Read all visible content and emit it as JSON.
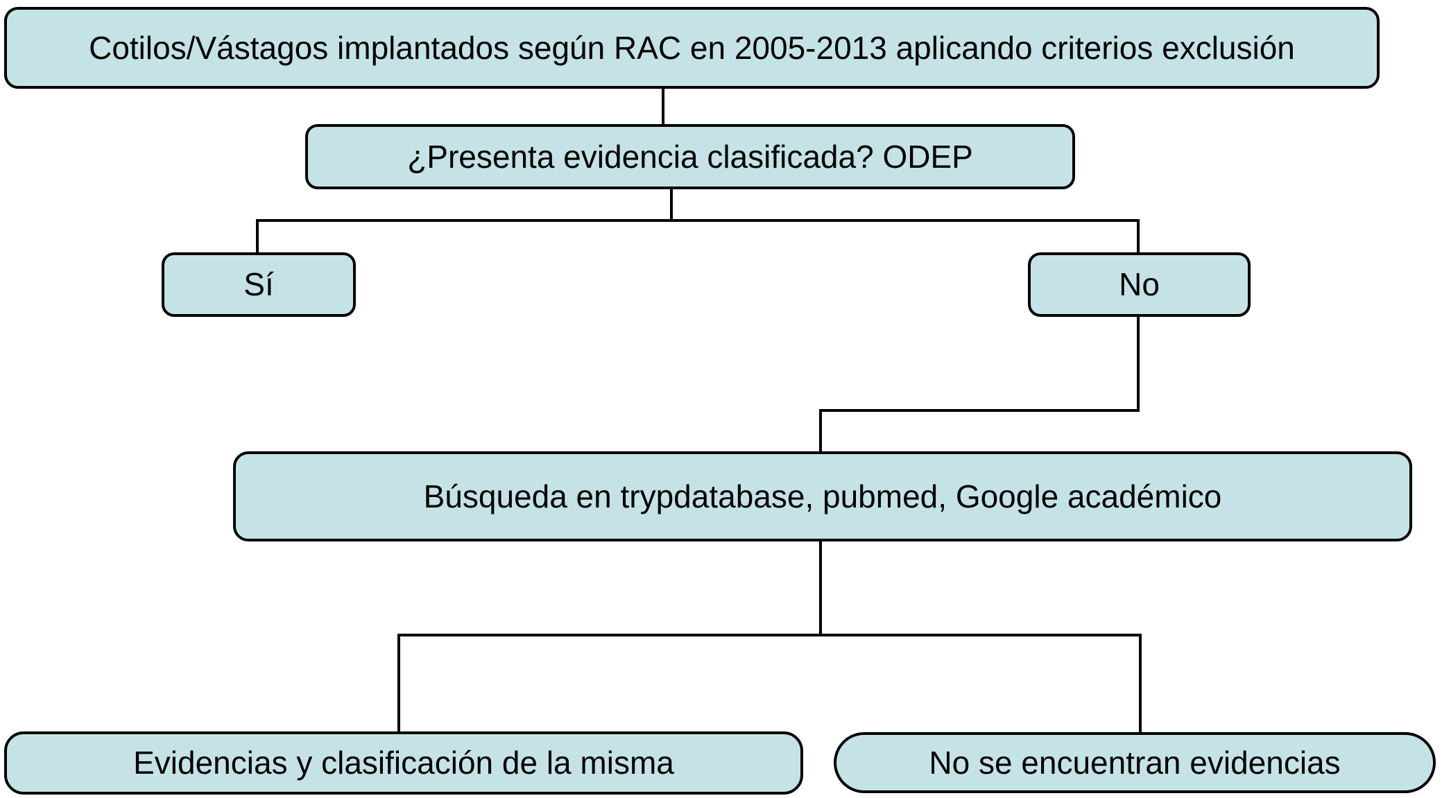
{
  "diagram": {
    "type": "flowchart",
    "title": "",
    "nodes": {
      "start": {
        "label": "Cotilos/Vástagos implantados según RAC en 2005-2013 aplicando criterios exclusión"
      },
      "question": {
        "label": "¿Presenta evidencia clasificada? ODEP"
      },
      "yes": {
        "label": "Sí"
      },
      "no": {
        "label": "No"
      },
      "search": {
        "label": "Búsqueda en trypdatabase, pubmed, Google académico"
      },
      "evidence_found": {
        "label": "Evidencias y clasificación de la misma"
      },
      "no_evidence": {
        "label": "No se encuentran evidencias"
      }
    },
    "edges": [
      {
        "from": "start",
        "to": "question"
      },
      {
        "from": "question",
        "to": "yes"
      },
      {
        "from": "question",
        "to": "no"
      },
      {
        "from": "no",
        "to": "search"
      },
      {
        "from": "search",
        "to": "evidence_found"
      },
      {
        "from": "search",
        "to": "no_evidence"
      }
    ]
  },
  "colors": {
    "background": "#ffffff",
    "node_fill": "#c5e3e6",
    "node_border": "#000000",
    "connector": "#000000",
    "text": "#000000"
  }
}
